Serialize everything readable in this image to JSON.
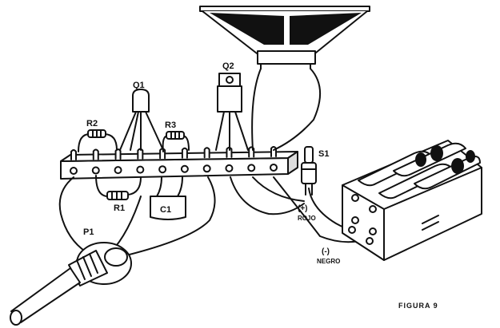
{
  "labels": {
    "q1": "Q1",
    "q2": "Q2",
    "r1": "R1",
    "r2": "R2",
    "r3": "R3",
    "c1": "C1",
    "p1": "P1",
    "s1": "S1",
    "pos_sign": "(+)",
    "pos_color": "ROJO",
    "neg_sign": "(-)",
    "neg_color": "NEGRO",
    "figure": "FIGURA 9"
  },
  "colors": {
    "ink": "#111111",
    "paper": "#ffffff"
  }
}
